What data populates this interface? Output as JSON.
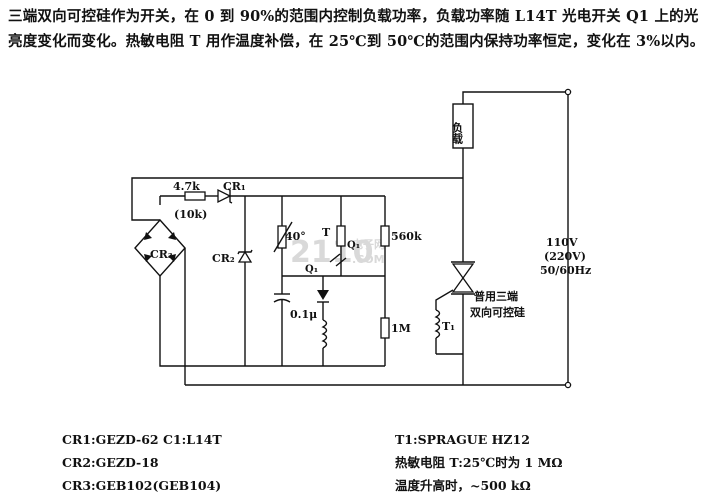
{
  "description": "三端双向可控硅作为开关，在 0 到 90%的范围内控制负载功率，负载功率随 L14T 光电开关 Q1 上的光亮度变化而变化。热敏电阻 T 用作温度补偿，在 25℃到 50℃的范围内保持功率恒定，变化在 3%以内。",
  "labels": {
    "load": "负载",
    "r1": "4.7k",
    "r1_alt": "(10k)",
    "cr1": "CR₁",
    "cr2": "CR₂",
    "cr3": "CR₃",
    "thermistor": "T",
    "thermistor_temp": "40°",
    "q1": "Q₁",
    "r_560k": "560k",
    "cap": "0.1μ",
    "r_1m": "1M",
    "t1": "T₁",
    "triac_line1": "普用三端",
    "triac_line2": "双向可控硅",
    "mains_v1": "110V",
    "mains_v2": "(220V)",
    "mains_freq": "50/60Hz",
    "watermark_big": "2110",
    "watermark_small1": "电子网",
    "watermark_small2": ".COM"
  },
  "parts_left": [
    "CR1:GEZD-62   C1:L14T",
    "CR2:GEZD-18",
    "CR3:GEB102(GEB104)"
  ],
  "parts_right": [
    "T1:SPRAGUE HZ12",
    "热敏电阻 T:25℃时为 1 MΩ",
    "温度升高时，~500 kΩ"
  ]
}
